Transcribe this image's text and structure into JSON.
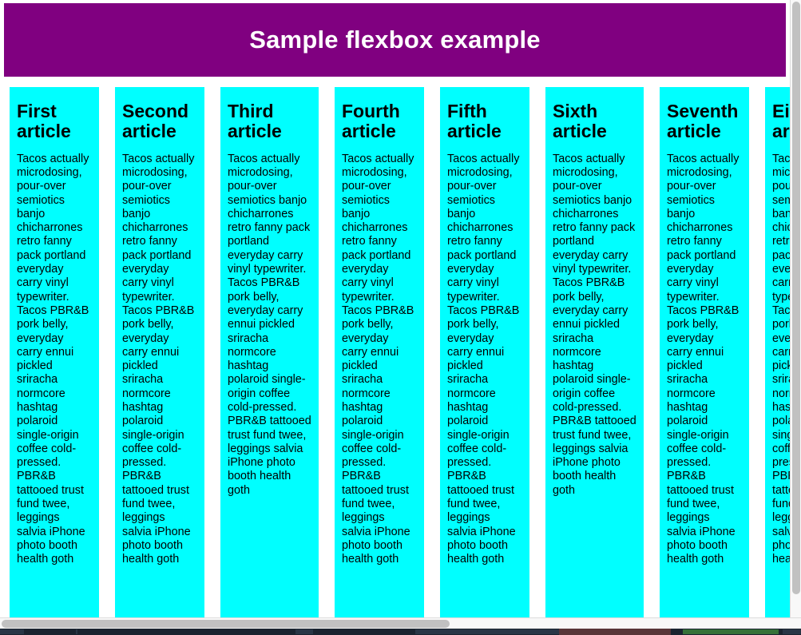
{
  "header": {
    "title": "Sample flexbox example",
    "background_color": "#800080",
    "text_color": "#ffffff"
  },
  "styles": {
    "article_background": "#00ffff",
    "article_text_color": "#000000",
    "page_background": "#ffffff",
    "scrollbar_track": "#f8f8f8",
    "scrollbar_thumb": "#c1c1c1"
  },
  "body_text": "Tacos actually microdosing, pour-over semiotics banjo chicharrones retro fanny pack portland everyday carry vinyl typewriter. Tacos PBR&B pork belly, everyday carry ennui pickled sriracha normcore hashtag polaroid single-origin coffee cold-pressed. PBR&B tattooed trust fund twee, leggings salvia iPhone photo booth health goth",
  "articles": [
    {
      "heading": "First article",
      "text": "Tacos actually microdosing, pour-over semiotics banjo chicharrones retro fanny pack portland everyday carry vinyl typewriter. Tacos PBR&B pork belly, everyday carry ennui pickled sriracha normcore hashtag polaroid single-origin coffee cold-pressed. PBR&B tattooed trust fund twee, leggings salvia iPhone photo booth health goth"
    },
    {
      "heading": "Second article",
      "text": "Tacos actually microdosing, pour-over semiotics banjo chicharrones retro fanny pack portland everyday carry vinyl typewriter. Tacos PBR&B pork belly, everyday carry ennui pickled sriracha normcore hashtag polaroid single-origin coffee cold-pressed. PBR&B tattooed trust fund twee, leggings salvia iPhone photo booth health goth"
    },
    {
      "heading": "Third article",
      "text": "Tacos actually microdosing, pour-over semiotics banjo chicharrones retro fanny pack portland everyday carry vinyl typewriter. Tacos PBR&B pork belly, everyday carry ennui pickled sriracha normcore hashtag polaroid single-origin coffee cold-pressed. PBR&B tattooed trust fund twee, leggings salvia iPhone photo booth health goth"
    },
    {
      "heading": "Fourth article",
      "text": "Tacos actually microdosing, pour-over semiotics banjo chicharrones retro fanny pack portland everyday carry vinyl typewriter. Tacos PBR&B pork belly, everyday carry ennui pickled sriracha normcore hashtag polaroid single-origin coffee cold-pressed. PBR&B tattooed trust fund twee, leggings salvia iPhone photo booth health goth"
    },
    {
      "heading": "Fifth article",
      "text": "Tacos actually microdosing, pour-over semiotics banjo chicharrones retro fanny pack portland everyday carry vinyl typewriter. Tacos PBR&B pork belly, everyday carry ennui pickled sriracha normcore hashtag polaroid single-origin coffee cold-pressed. PBR&B tattooed trust fund twee, leggings salvia iPhone photo booth health goth"
    },
    {
      "heading": "Sixth article",
      "text": "Tacos actually microdosing, pour-over semiotics banjo chicharrones retro fanny pack portland everyday carry vinyl typewriter. Tacos PBR&B pork belly, everyday carry ennui pickled sriracha normcore hashtag polaroid single-origin coffee cold-pressed. PBR&B tattooed trust fund twee, leggings salvia iPhone photo booth health goth"
    },
    {
      "heading": "Seventh article",
      "text": "Tacos actually microdosing, pour-over semiotics banjo chicharrones retro fanny pack portland everyday carry vinyl typewriter. Tacos PBR&B pork belly, everyday carry ennui pickled sriracha normcore hashtag polaroid single-origin coffee cold-pressed. PBR&B tattooed trust fund twee, leggings salvia iPhone photo booth health goth"
    },
    {
      "heading": "Eighth article",
      "text": "Tacos actually microdosing, pour-over semiotics banjo chicharrones retro fanny pack portland everyday carry vinyl typewriter. Tacos PBR&B pork belly, everyday carry ennui pickled sriracha normcore hashtag polaroid single-origin coffee cold-pressed. PBR&B tattooed trust fund twee, leggings salvia iPhone photo booth health goth"
    }
  ]
}
